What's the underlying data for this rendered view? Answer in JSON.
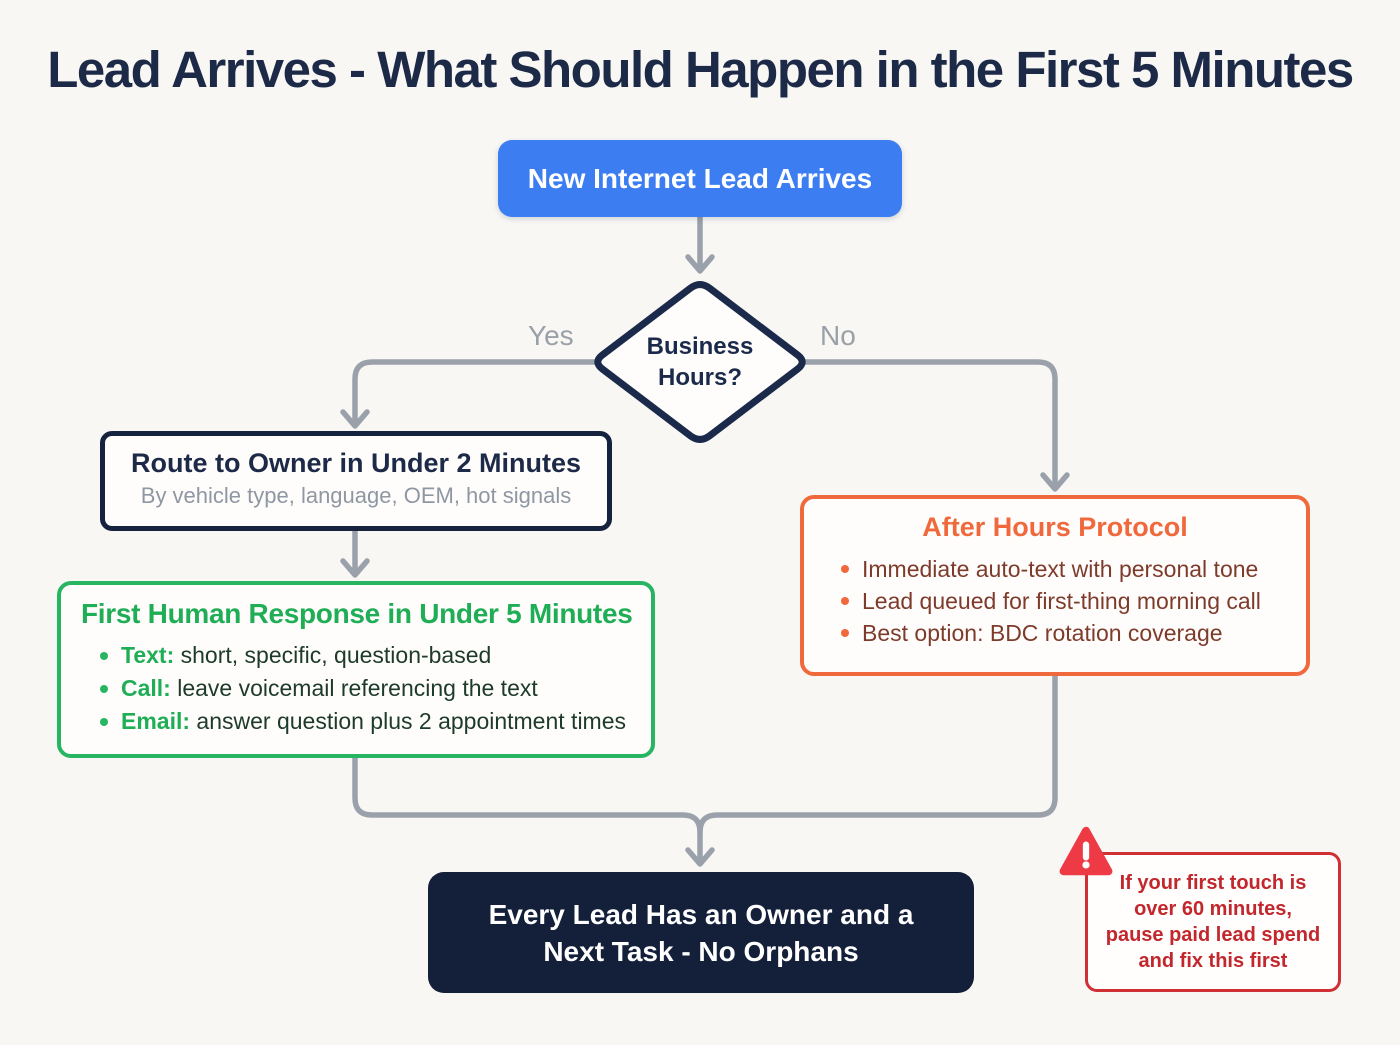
{
  "title": "Lead Arrives - What Should Happen in the First 5 Minutes",
  "colors": {
    "background": "#f8f7f4",
    "title_navy": "#1c2947",
    "start_blue": "#3c7ef2",
    "diamond_navy": "#1b2a4a",
    "connector_gray": "#9aa1ab",
    "route_border_navy": "#16233f",
    "route_subtitle_gray": "#8f97a3",
    "response_green": "#28b562",
    "response_title_green": "#1fae56",
    "after_orange": "#f0693d",
    "after_text_maroon": "#7e3b2b",
    "outcome_navy": "#141f3a",
    "warning_red": "#d02f35"
  },
  "flow": {
    "start": {
      "label": "New Internet Lead Arrives"
    },
    "decision": {
      "label": "Business Hours?",
      "yes_label": "Yes",
      "no_label": "No"
    },
    "route": {
      "title": "Route to Owner in Under 2 Minutes",
      "subtitle": "By vehicle type, language, OEM, hot signals"
    },
    "response": {
      "title": "First Human Response in Under 5 Minutes",
      "bullets": [
        {
          "lead": "Text:",
          "rest": " short, specific, question-based"
        },
        {
          "lead": "Call:",
          "rest": " leave voicemail referencing the text"
        },
        {
          "lead": "Email:",
          "rest": " answer question plus 2 appointment times"
        }
      ]
    },
    "after_hours": {
      "title": "After Hours Protocol",
      "bullets": [
        "Immediate auto-text with personal tone",
        "Lead queued for first-thing morning call",
        "Best option: BDC rotation coverage"
      ]
    },
    "outcome": {
      "line1": "Every Lead Has an Owner and a",
      "line2": "Next Task - No Orphans"
    },
    "warning": {
      "icon": "warning-triangle",
      "lines": [
        "If your first touch is",
        "over 60 minutes,",
        "pause paid lead spend",
        "and fix this first"
      ]
    }
  }
}
